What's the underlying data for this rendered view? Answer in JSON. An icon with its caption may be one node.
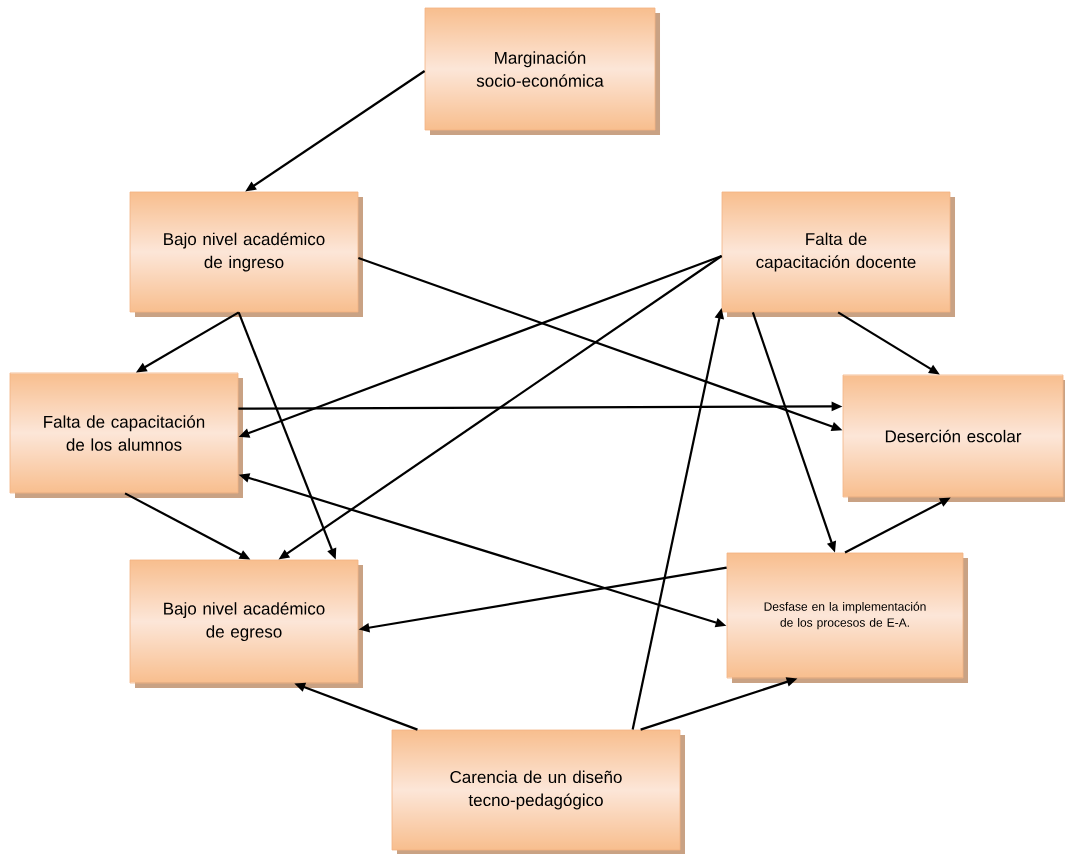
{
  "diagram": {
    "nodes": [
      {
        "text": [
          "Marginación socio-económica"
        ]
      },
      {
        "text": [
          "Bajo nivel académico de ingreso"
        ]
      },
      {
        "text": [
          "Falta de capacitación docente"
        ]
      },
      {
        "text": [
          "Falta de capacitación de los alumnos"
        ]
      },
      {
        "text": [
          "Deserción escolar"
        ]
      },
      {
        "text": [
          "Bajo nivel académico de egreso"
        ]
      },
      {
        "text": [
          "Desfase en la implementación de los procesos de E-A."
        ]
      },
      {
        "text": [
          "Carencia de un diseño tecno-pedagógico"
        ]
      }
    ],
    "edges": [
      {
        "from": 0,
        "to": 1,
        "arrow": "to"
      },
      {
        "from": 1,
        "to": 4,
        "arrow": "to"
      },
      {
        "from": 1,
        "to": 3,
        "arrow": "to"
      },
      {
        "from": 1,
        "to": 5,
        "arrow": "to"
      },
      {
        "from": 2,
        "to": 3,
        "arrow": "to"
      },
      {
        "from": 2,
        "to": 5,
        "arrow": "to"
      },
      {
        "from": 2,
        "to": 4,
        "arrow": "to"
      },
      {
        "from": 2,
        "to": 6,
        "arrow": "to"
      },
      {
        "from": 3,
        "to": 4,
        "arrow": "to"
      },
      {
        "from": 3,
        "to": 5,
        "arrow": "to"
      },
      {
        "from": 3,
        "to": 6,
        "arrow": "both"
      },
      {
        "from": 6,
        "to": 5,
        "arrow": "to"
      },
      {
        "from": 6,
        "to": 4,
        "arrow": "to"
      },
      {
        "from": 7,
        "to": 5,
        "arrow": "to"
      },
      {
        "from": 7,
        "to": 2,
        "arrow": "to"
      },
      {
        "from": 7,
        "to": 6,
        "arrow": "to"
      }
    ]
  }
}
